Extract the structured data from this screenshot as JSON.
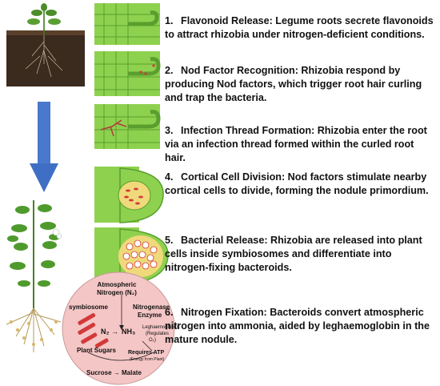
{
  "steps": [
    {
      "number": "1.",
      "text": "Flavonoid Release: Legume roots secrete flavonoids to attract rhizobia under nitrogen-deficient conditions."
    },
    {
      "number": "2.",
      "text": "Nod Factor Recognition: Rhizobia respond by producing   Nod factors, which trigger root hair curling and trap the bacteria."
    },
    {
      "number": "3.",
      "text": "Infection Thread Formation: Rhizobia enter the root via an infection thread formed within the curled root hair."
    },
    {
      "number": "4.",
      "text": "Cortical Cell Division: Nod factors stimulate nearby cortical cells to divide, forming the nodule primordium."
    },
    {
      "number": "5.",
      "text": "Bacterial Release: Rhizobia are released into plant cells inside symbiosomes and differentiate into nitrogen-fixing bacteroids."
    },
    {
      "number": "6.",
      "text": "Nitrogen Fixation: Bacteroids convert atmospheric nitrogen into ammonia, aided by leghaemoglobin in the mature nodule."
    }
  ],
  "nodule": {
    "atmospheric": "Atmospheric",
    "nitrogen": "Nitrogen (N₂)",
    "symbiosome": "symbiosome",
    "nitrogenase": "Nitrogenase",
    "enzyme": "Enzyme",
    "reaction_left": "N₂ →",
    "reaction_right": "NH₃",
    "leghaemoglobin": "Leghaemoglobin",
    "regulates": "(Regulates",
    "o2": "O₂)",
    "plant_sugars": "Plant Sugars",
    "requires_atp": "Requires ATP",
    "energy_from_plant": "(Energy from Plant)",
    "sucrose_malate": "Sucrose → Malate"
  },
  "colors": {
    "cell_green": "#8ed14f",
    "cell_dark": "#5a9e2e",
    "arrow_blue": "#3f6fc4",
    "bacteria_red": "#d23a3a",
    "nodule_pink": "#f5c6c6"
  }
}
